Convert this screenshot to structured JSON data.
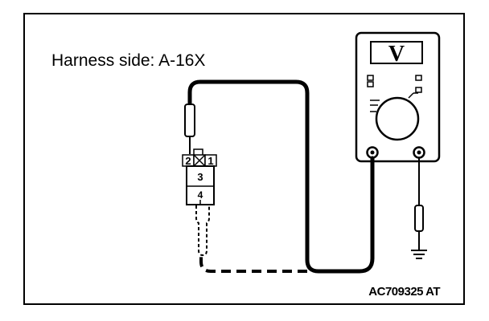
{
  "diagram": {
    "title": "Harness side: A-16X",
    "figure_code": "AC709325 AT",
    "meter_display": "V",
    "connector": {
      "terminals": [
        "2",
        "1",
        "3",
        "4"
      ]
    }
  },
  "colors": {
    "line": "#000000",
    "background": "#ffffff"
  },
  "icons": [
    "voltmeter-icon",
    "ground-icon",
    "probe-icon"
  ]
}
